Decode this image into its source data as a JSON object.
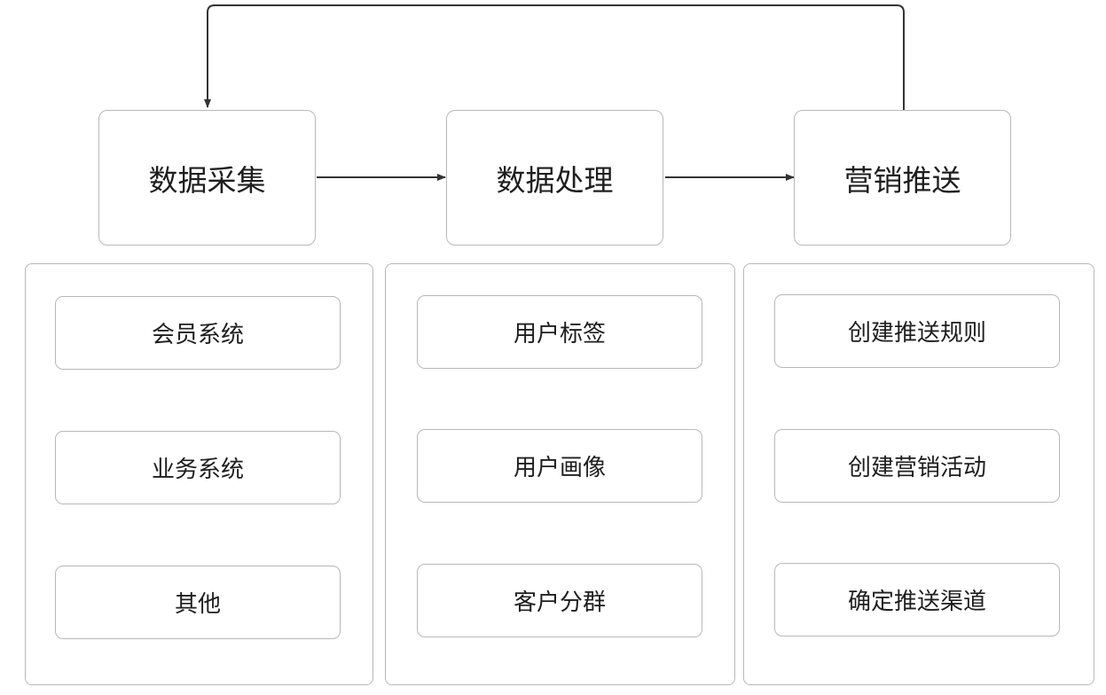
{
  "stages": [
    {
      "label": "数据采集"
    },
    {
      "label": "数据处理"
    },
    {
      "label": "营销推送"
    }
  ],
  "groups": [
    {
      "items": [
        "会员系统",
        "业务系统",
        "其他"
      ]
    },
    {
      "items": [
        "用户标签",
        "用户画像",
        "客户分群"
      ]
    },
    {
      "items": [
        "创建推送规则",
        "创建营销活动",
        "确定推送渠道"
      ]
    }
  ],
  "colors": {
    "border": "#b8b8b8",
    "line": "#333333",
    "text": "#1e1e1e"
  }
}
